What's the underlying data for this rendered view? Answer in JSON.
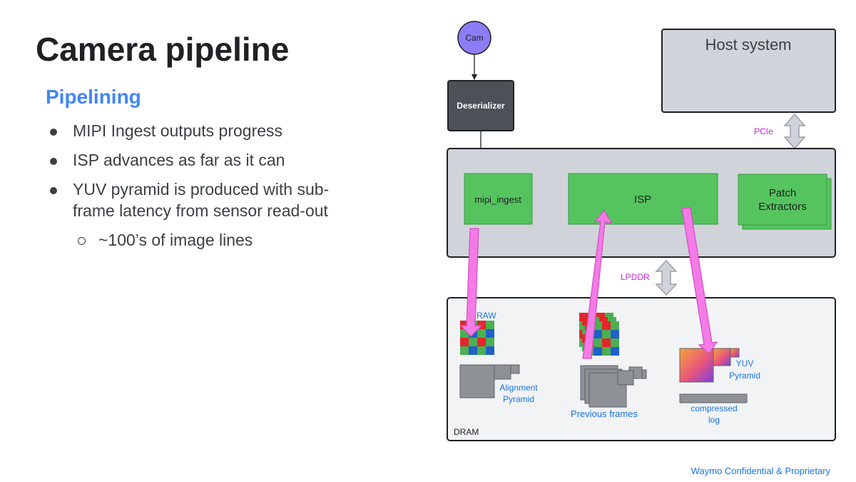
{
  "slide": {
    "title": "Camera pipeline",
    "subtitle": "Pipelining",
    "bullets": [
      "MIPI Ingest outputs progress",
      "ISP advances as far as it can",
      "YUV pyramid is produced with sub-frame latency from sensor read-out"
    ],
    "sub_bullets": [
      "~100’s of image lines"
    ]
  },
  "diagram": {
    "cam": "Cam",
    "deserializer": "Deserializer",
    "host_system": "Host system",
    "pcie": "PCIe",
    "blocks": {
      "mipi_ingest": "mipi_ingest",
      "isp": "ISP",
      "patch_extractors_line1": "Patch",
      "patch_extractors_line2": "Extractors"
    },
    "lpddr": "LPDDR",
    "dram": "DRAM",
    "raw": "RAW",
    "alignment_pyramid_line1": "Alignment",
    "alignment_pyramid_line2": "Pyramid",
    "previous_frames": "Previous frames",
    "yuv_pyramid_line1": "YUV",
    "yuv_pyramid_line2": "Pyramid",
    "compressed_log_line1": "compressed",
    "compressed_log_line2": "log"
  },
  "footer": "Waymo Confidential & Proprietary",
  "colors": {
    "title": "#202124",
    "accent_blue": "#4285f4",
    "label_blue": "#1a73e8",
    "label_magenta": "#c026d3",
    "block_green": "#55c45e",
    "soc_gray": "#d0d4da",
    "dram_bg": "#f1f3f4",
    "deserializer": "#4d5056",
    "cam_purple": "#8c7cf6",
    "pink_arrow": "#f47ae6",
    "bayer_red": "#e3262b",
    "bayer_green": "#4caf50",
    "bayer_blue": "#1e62c9"
  }
}
